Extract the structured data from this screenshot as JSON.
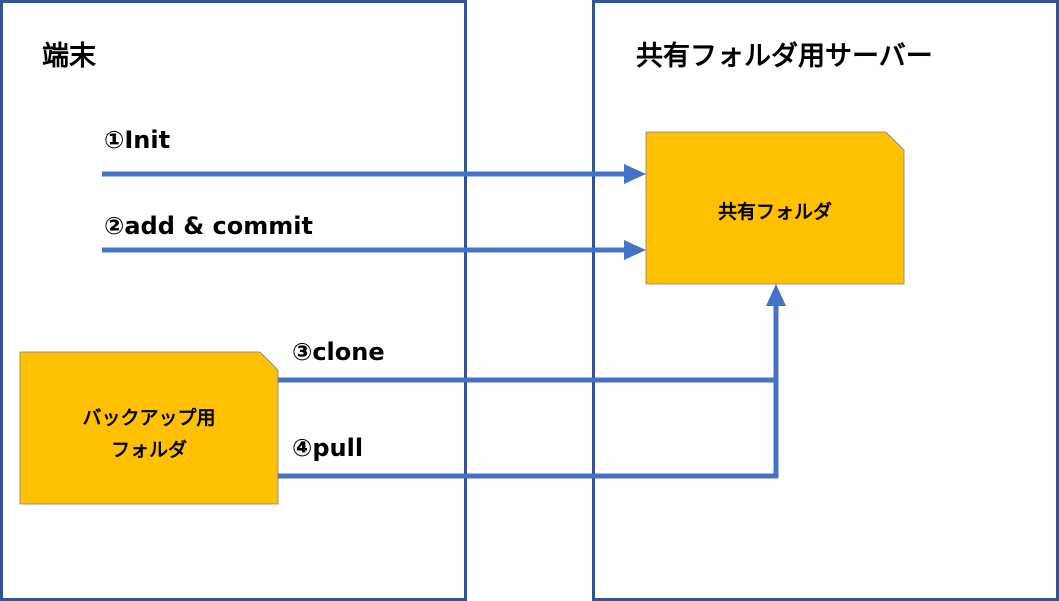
{
  "panels": {
    "terminal_title": "端末",
    "server_title": "共有フォルダ用サーバー"
  },
  "folders": {
    "shared_folder": "共有フォルダ",
    "backup_folder_line1": "バックアップ用",
    "backup_folder_line2": "フォルダ"
  },
  "arrows": {
    "init": "①Init",
    "add_commit": "②add & commit",
    "clone": "③clone",
    "pull": "④pull"
  },
  "colors": {
    "panel_border": "#2f5597",
    "arrow": "#4472c4",
    "folder_fill": "#ffc000"
  }
}
